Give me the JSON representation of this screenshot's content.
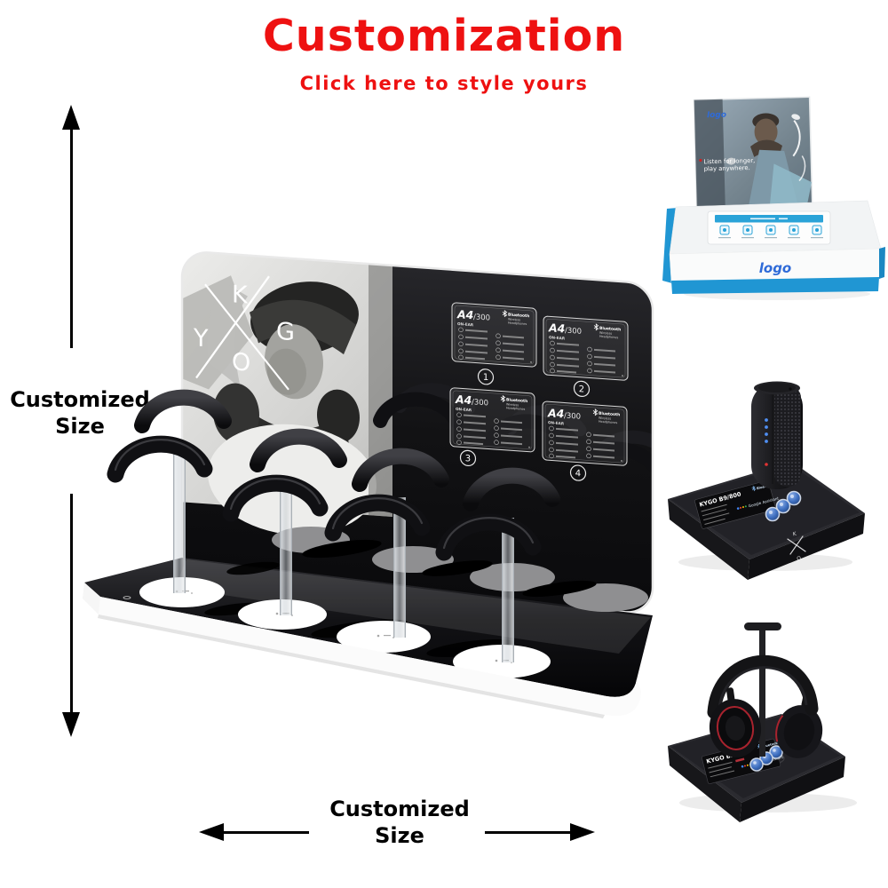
{
  "header": {
    "title": "Customization",
    "subtitle": "Click here to style yours"
  },
  "annotations": {
    "vertical": {
      "line1": "Customized",
      "line2": "Size"
    },
    "horizontal": {
      "line1": "Customized",
      "line2": "Size"
    }
  },
  "main_display": {
    "brand_logo": {
      "k": "K",
      "y": "Y",
      "g": "G",
      "o": "O"
    },
    "card_template": {
      "model": "A4",
      "series": "/300",
      "bt_label": "Bluetooth",
      "type_line1": "Wireless",
      "type_line2": "Headphones",
      "fit_label": "ON-EAR"
    },
    "card_numbers": [
      "1",
      "2",
      "3",
      "4"
    ]
  },
  "acrylic_display": {
    "backdrop_logo": "logo",
    "tagline_line1": "Listen for longer,",
    "tagline_line2": "play anywhere.",
    "base_logo": "logo"
  },
  "speaker_dock": {
    "panel_title": "KYGO B9/800",
    "bt_label": "Bluetooth",
    "assistant_label": "Google Assistant",
    "logo_k": "K",
    "logo_o": "O"
  },
  "headphone_stand": {
    "panel_title": "KYGO BF/300",
    "bt_label": "Bluetooth",
    "assistant_label": "Google Assistant"
  },
  "colors": {
    "title_red": "#ee1111",
    "arrow_black": "#000000",
    "cyan_accent": "#2096d3",
    "strip_blue": "#2aa3d8",
    "logo_blue": "#2f6bd8",
    "led_blue": "#4f8ef2",
    "earcup_red": "#a8232e"
  }
}
